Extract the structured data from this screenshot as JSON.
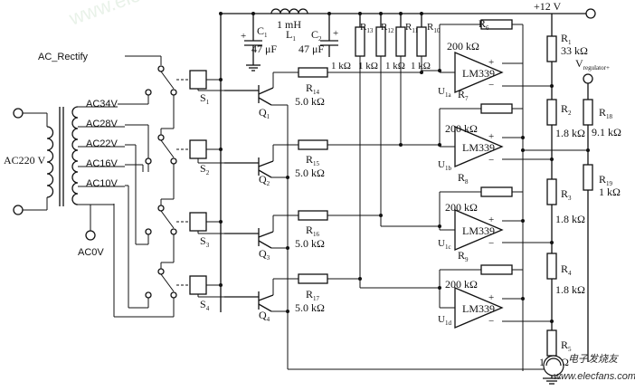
{
  "supply": {
    "label": "+12 V"
  },
  "transformer": {
    "primary": "AC220 V",
    "taps": [
      "AC34V",
      "AC28V",
      "AC22V",
      "AC16V",
      "AC10V"
    ],
    "ground": "AC0V",
    "rectify": "AC_Rectify"
  },
  "filter": {
    "c1": {
      "ref": "C",
      "sub": "1",
      "value": "47 μF"
    },
    "l1": {
      "ref": "L",
      "sub": "1",
      "value": "1 mH"
    },
    "c2": {
      "ref": "C",
      "sub": "2",
      "value": "47 μF"
    }
  },
  "resistors": {
    "r13": {
      "ref": "R",
      "sub": "13"
    },
    "r12": {
      "ref": "R",
      "sub": "12"
    },
    "r11": {
      "ref": "R",
      "sub": "11"
    },
    "r10": {
      "ref": "R",
      "sub": "10"
    },
    "pullup_value": "1 kΩ",
    "r14": {
      "ref": "R",
      "sub": "14",
      "value": "5.0 kΩ"
    },
    "r15": {
      "ref": "R",
      "sub": "15",
      "value": "5.0 kΩ"
    },
    "r16": {
      "ref": "R",
      "sub": "16",
      "value": "5.0 kΩ"
    },
    "r17": {
      "ref": "R",
      "sub": "17",
      "value": "5.0 kΩ"
    },
    "r6": {
      "ref": "R",
      "sub": "6",
      "value": "200 kΩ"
    },
    "r7": {
      "ref": "R",
      "sub": "7",
      "value": "200 kΩ"
    },
    "r8": {
      "ref": "R",
      "sub": "8",
      "value": "200 kΩ"
    },
    "r9": {
      "ref": "R",
      "sub": "9",
      "value": "200 kΩ"
    },
    "r1": {
      "ref": "R",
      "sub": "1",
      "value": "33 kΩ"
    },
    "r2": {
      "ref": "R",
      "sub": "2",
      "value": "1.8 kΩ"
    },
    "r3": {
      "ref": "R",
      "sub": "3",
      "value": "1.8 kΩ"
    },
    "r4": {
      "ref": "R",
      "sub": "4",
      "value": "1.8 kΩ"
    },
    "r5": {
      "ref": "R",
      "sub": "5",
      "value": "1.8 kΩ"
    },
    "r18": {
      "ref": "R",
      "sub": "18",
      "value": "9.1 kΩ"
    },
    "r19": {
      "ref": "R",
      "sub": "19",
      "value": "1 kΩ"
    }
  },
  "comparators": {
    "chip": "LM339",
    "plus": "+",
    "minus": "−",
    "u1a": {
      "ref": "U",
      "sub": "1a"
    },
    "u1b": {
      "ref": "U",
      "sub": "1b"
    },
    "u1c": {
      "ref": "U",
      "sub": "1c"
    },
    "u1d": {
      "ref": "U",
      "sub": "1d"
    }
  },
  "transistors": {
    "q1": {
      "ref": "Q",
      "sub": "1"
    },
    "q2": {
      "ref": "Q",
      "sub": "2"
    },
    "q3": {
      "ref": "Q",
      "sub": "3"
    },
    "q4": {
      "ref": "Q",
      "sub": "4"
    }
  },
  "relays": {
    "s1": {
      "ref": "S",
      "sub": "1"
    },
    "s2": {
      "ref": "S",
      "sub": "2"
    },
    "s3": {
      "ref": "S",
      "sub": "3"
    },
    "s4": {
      "ref": "S",
      "sub": "4"
    }
  },
  "vref": {
    "ref": "V",
    "sub": "regulator+"
  },
  "watermark": "www.elecfans.com",
  "watermark_logo": "电子发烧友"
}
